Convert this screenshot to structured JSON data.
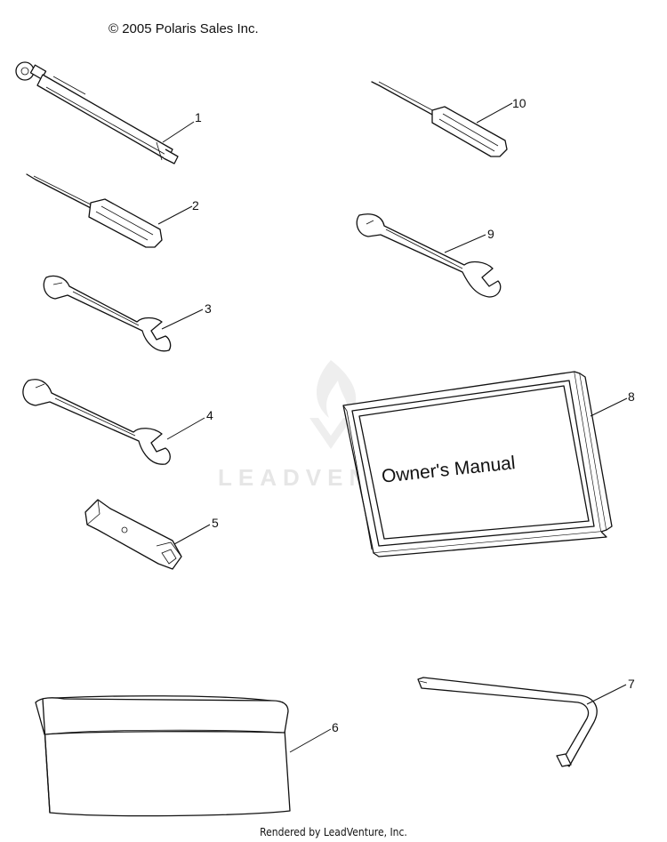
{
  "copyright": "© 2005 Polaris Sales Inc.",
  "footer": "Rendered by LeadVenture, Inc.",
  "watermark": "LEADVENTURE",
  "manual_cover_text": "Owner's Manual",
  "callouts": [
    "1",
    "2",
    "3",
    "4",
    "5",
    "6",
    "7",
    "8",
    "9",
    "10"
  ]
}
